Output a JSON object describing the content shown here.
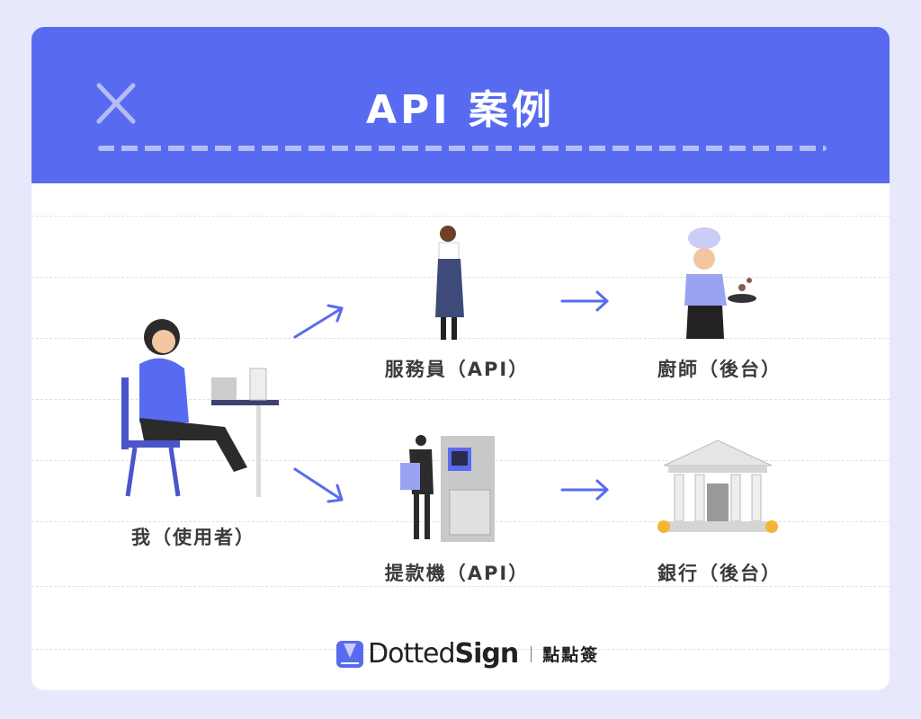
{
  "header": {
    "title": "API 案例",
    "decor_icon": "x-icon"
  },
  "nodes": {
    "user": "我（使用者）",
    "waiter": "服務員（API）",
    "chef": "廚師（後台）",
    "atm": "提款機（API）",
    "bank": "銀行（後台）"
  },
  "footer": {
    "brand_light": "Dotted",
    "brand_bold": "Sign",
    "brand_cn": "點點簽"
  },
  "colors": {
    "accent": "#586bf0",
    "background": "#e7e8fb",
    "arrow": "#586bf0"
  }
}
